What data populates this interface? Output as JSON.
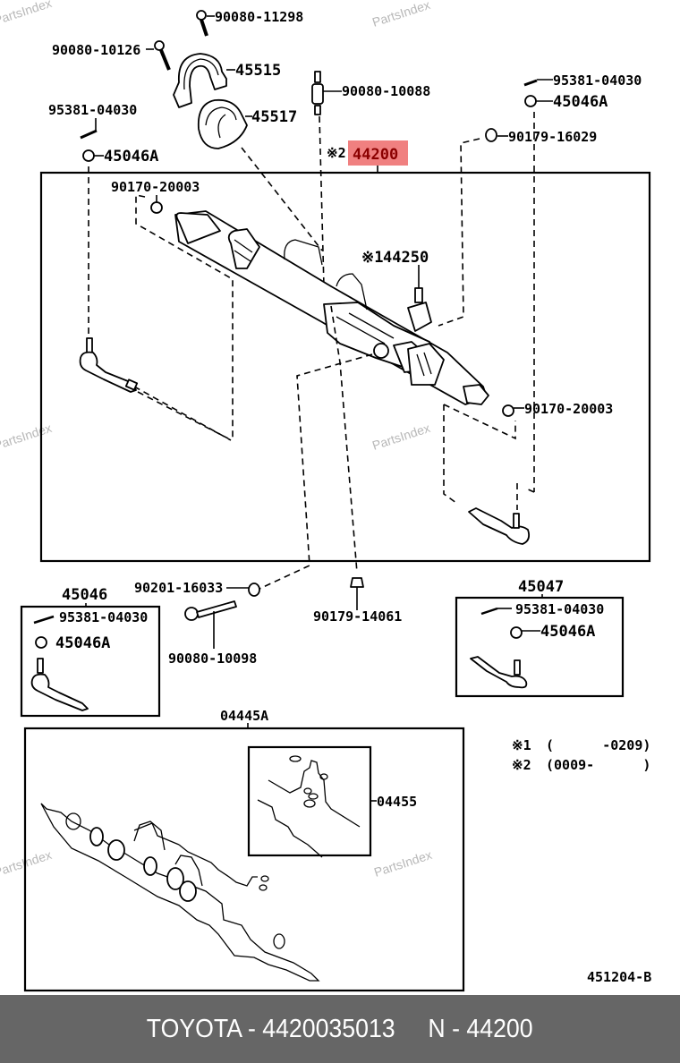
{
  "watermark": "PartsIndex",
  "diagram": {
    "main_assembly": {
      "part_no": "44200",
      "prefix": "※2",
      "highlight_color": "#f08080",
      "highlight_text_color": "#8b0000"
    },
    "labels": {
      "bolt_top": "90080-11298",
      "bolt_left": "90080-10126",
      "bracket": "45515",
      "bushing": "45517",
      "union_bolt": "90080-10088",
      "cotter_pin_right": "95381-04030",
      "nut_right": "45046A",
      "washer_right": "90179-16029",
      "cotter_pin_left": "95381-04030",
      "nut_left": "45046A",
      "nut_upper_left": "90170-20003",
      "valve": "44250",
      "valve_prefix": "※1",
      "nut_lower_right": "90170-20003",
      "washer_bottom": "90201-16033",
      "bolt_bottom": "90080-10098",
      "nut_bottom": "90179-14061"
    },
    "box_45046": {
      "title": "45046",
      "pin": "95381-04030",
      "nut": "45046A"
    },
    "box_45047": {
      "title": "45047",
      "pin": "95381-04030",
      "nut": "45046A"
    },
    "kit": {
      "title": "04445A",
      "sub": "04455"
    },
    "notes": [
      {
        "mark": "※1",
        "range": "(      -0209)"
      },
      {
        "mark": "※2",
        "range": "(0009-      )"
      }
    ],
    "figure_id": "451204-B"
  },
  "footer": {
    "brand_part": "TOYOTA - 4420035013",
    "ref": "N - 44200",
    "background": "#666666"
  }
}
